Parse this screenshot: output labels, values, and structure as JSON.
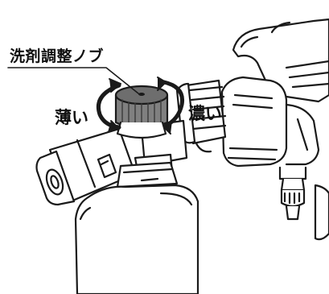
{
  "labels": {
    "knob": "洗剤調整ノブ",
    "thinner": "薄い",
    "thicker": "濃い"
  },
  "colors": {
    "line": "#1a1a1a",
    "knob_fill": "#808080",
    "knob_top": "#6e6e6e",
    "background": "#ffffff"
  },
  "icons": {
    "rotation_arrows": "curved-rotation-arrows-icon"
  }
}
